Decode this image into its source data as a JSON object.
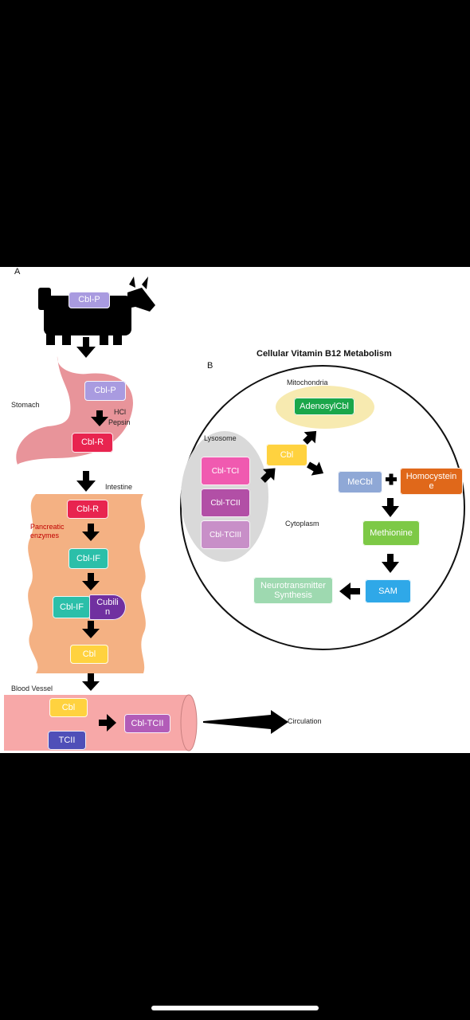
{
  "panel_a": {
    "letter": "A",
    "cow_label": "Cbl-P",
    "stomach_label": "Stomach",
    "stomach_box_top": "Cbl-P",
    "hcl": "HCl",
    "pepsin": "Pepsin",
    "stomach_box_bottom": "Cbl-R",
    "intestine_label": "Intestine",
    "intestine_box_1": "Cbl-R",
    "pancreatic_line1": "Pancreatic",
    "pancreatic_line2": "enzymes",
    "intestine_box_2": "Cbl-IF",
    "intestine_box_3": "Cbl-IF",
    "cubilin_line1": "Cubili",
    "cubilin_line2": "n",
    "intestine_box_4": "Cbl",
    "blood_vessel_label": "Blood Vessel",
    "vessel_cbl": "Cbl",
    "vessel_tcii": "TCII",
    "vessel_complex": "Cbl-TCII",
    "circulation": "Circulation"
  },
  "panel_b": {
    "letter": "B",
    "title": "Cellular Vitamin B12 Metabolism",
    "mitochondria": "Mitochondria",
    "adenosylcbl": "AdenosylCbl",
    "lysosome": "Lysosome",
    "cbl_tci": "Cbl-TCI",
    "cbl_tcii": "Cbl-TCII",
    "cbl_tciii": "Cbl-TCIII",
    "cbl": "Cbl",
    "mecbl": "MeCbl",
    "plus": "+",
    "homocysteine_line1": "Homocystein",
    "homocysteine_line2": "e",
    "cytoplasm": "Cytoplasm",
    "methionine": "Methionine",
    "sam": "SAM",
    "neuro_line1": "Neurotransmitter",
    "neuro_line2": "Synthesis"
  },
  "colors": {
    "stomach": "#e8949a",
    "intestine": "#f4b183",
    "vessel": "#f7a8a8",
    "cbl_p": "#a99be0",
    "cbl_r": "#e8244f",
    "cbl_if": "#2bbfa9",
    "cubilin": "#7030a0",
    "cbl_yellow": "#ffd23f",
    "tcii": "#4f4fb8",
    "cbl_tcii_complex": "#b25cb8",
    "adenosylcbl": "#1aa64a",
    "mitochondria_fill": "#f7eab0",
    "lysosome_fill": "#d9d9d9",
    "tci": "#f05ab0",
    "tcii_b": "#b24fa6",
    "tciii": "#c88fc8",
    "mecbl": "#8fa8d6",
    "homocysteine": "#e0681a",
    "methionine": "#7dc946",
    "sam": "#2fa8e8",
    "neuro": "#9ed9b0"
  }
}
